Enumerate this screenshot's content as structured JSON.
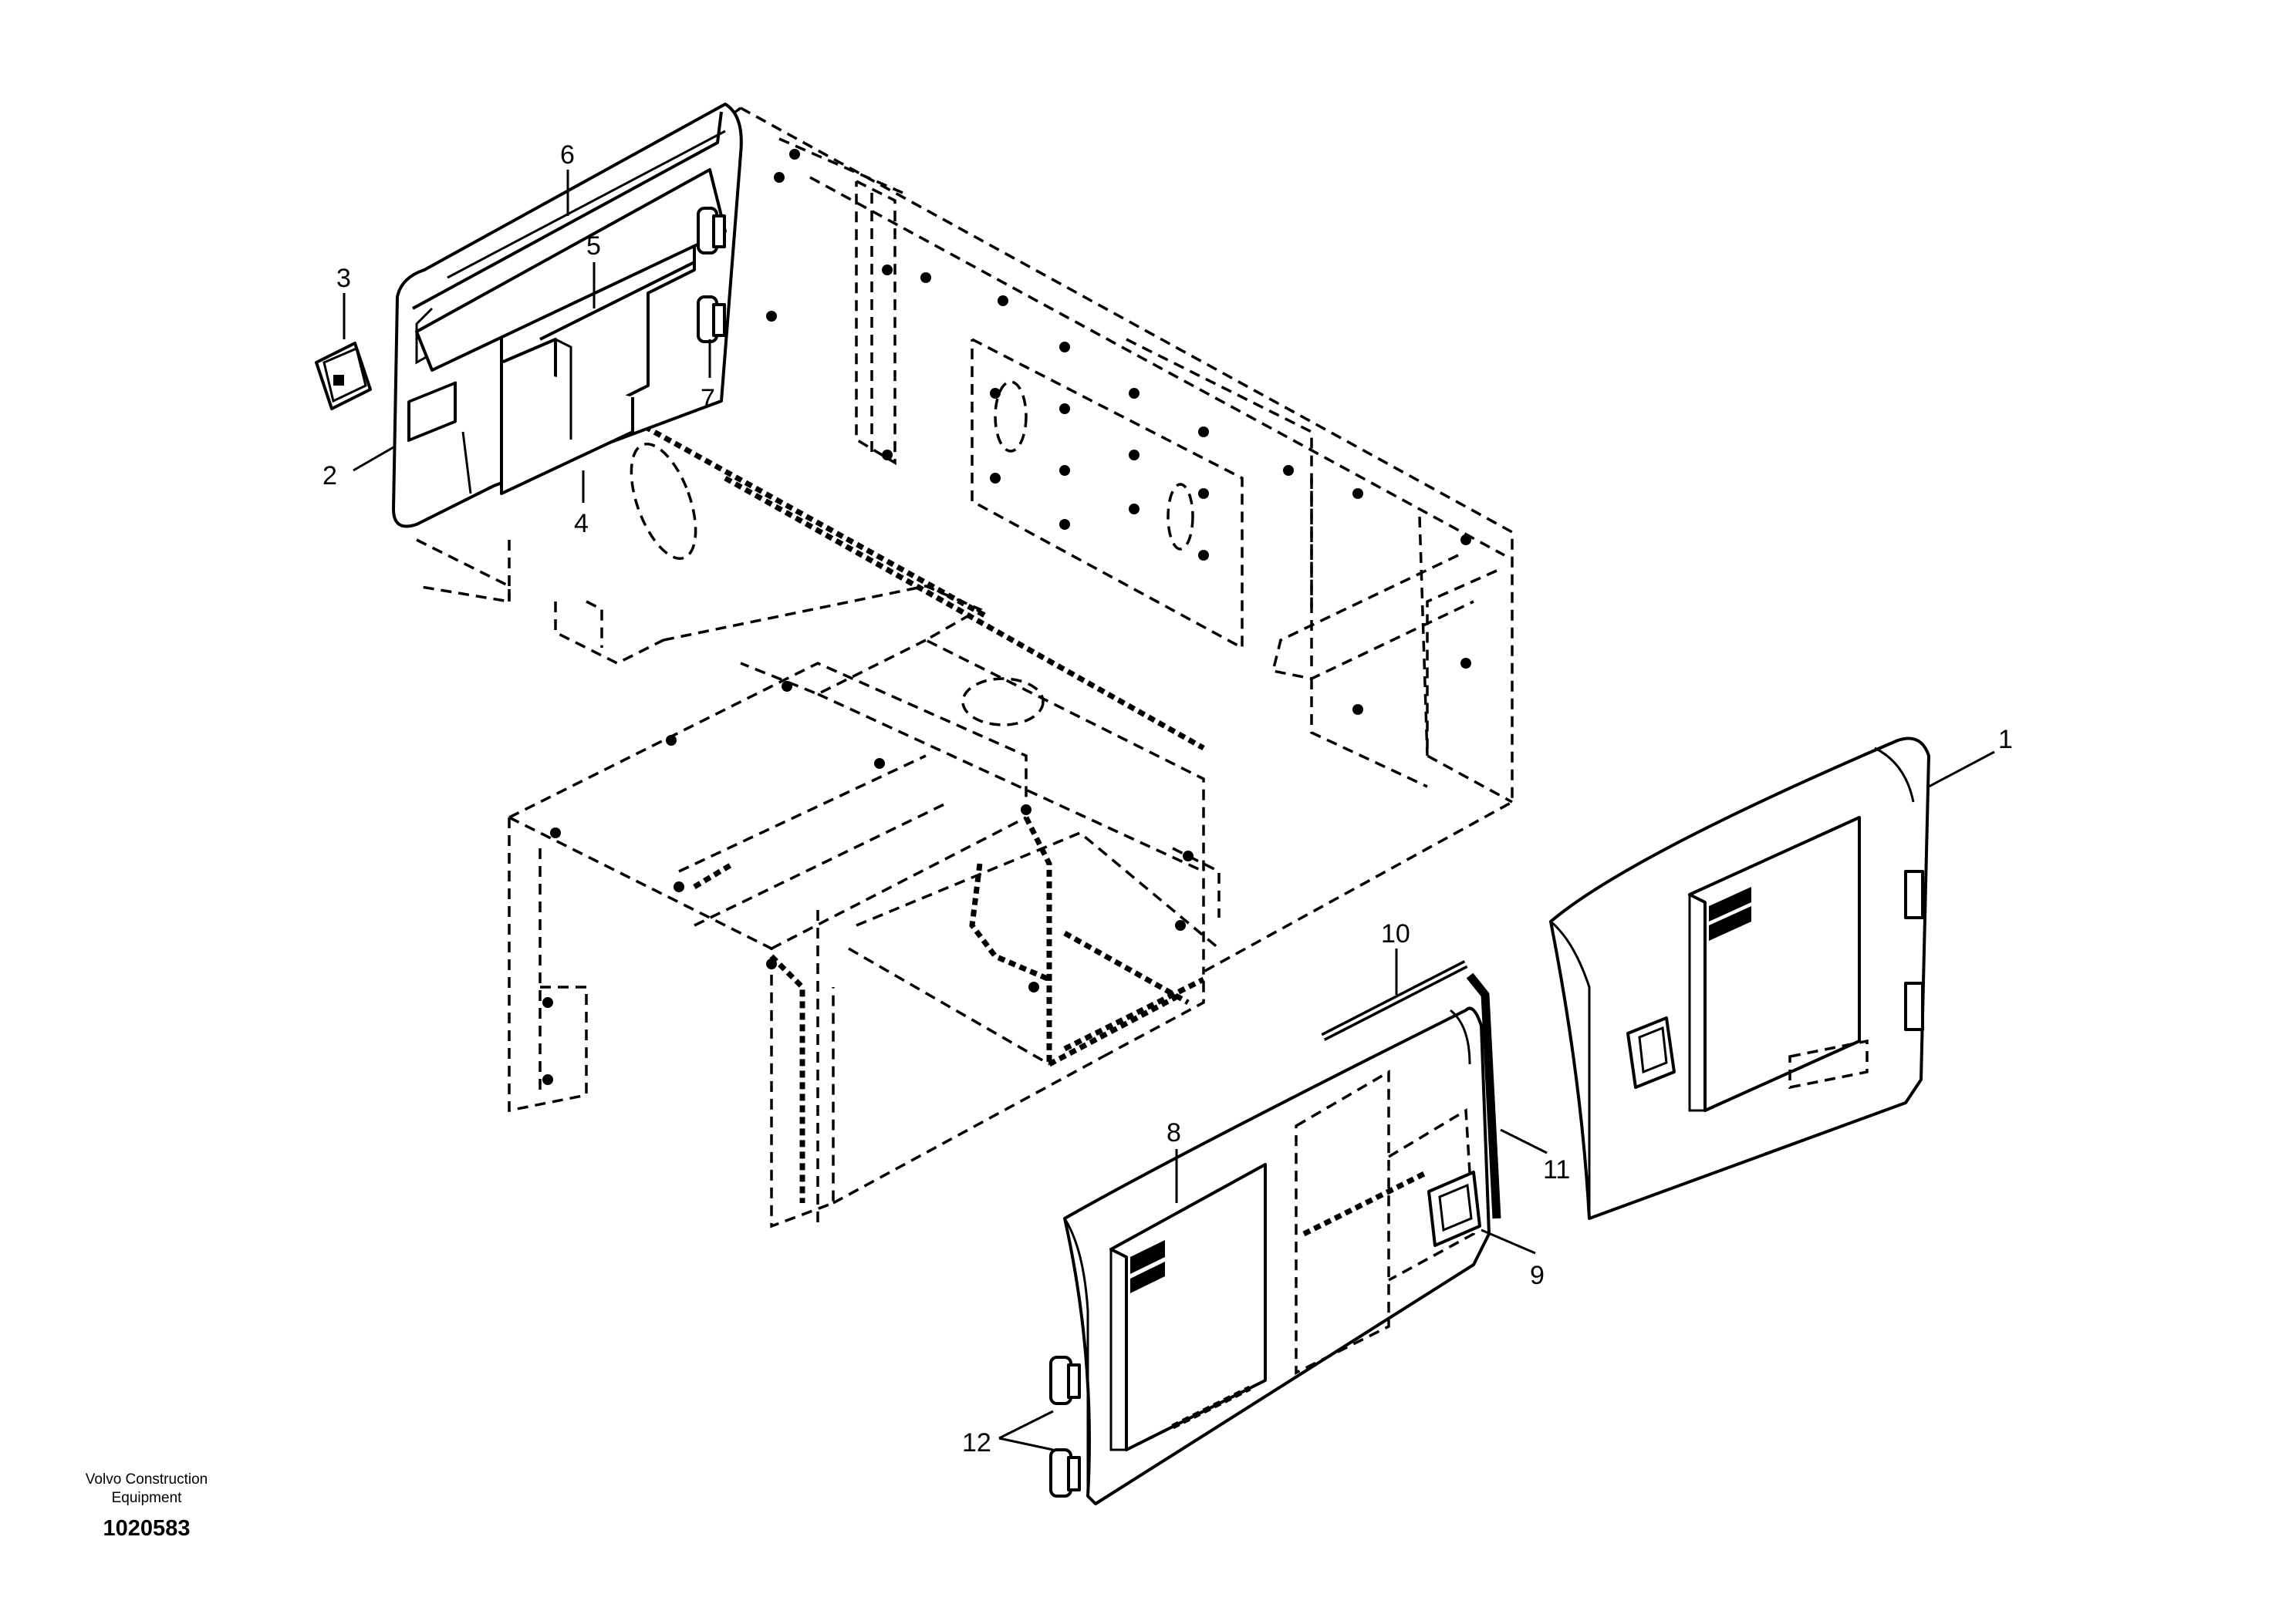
{
  "callouts": [
    "1",
    "2",
    "3",
    "4",
    "5",
    "6",
    "7",
    "8",
    "9",
    "10",
    "11",
    "12"
  ],
  "caption": {
    "maker_line1": "Volvo Construction",
    "maker_line2": "Equipment",
    "doc_number": "1020583"
  }
}
